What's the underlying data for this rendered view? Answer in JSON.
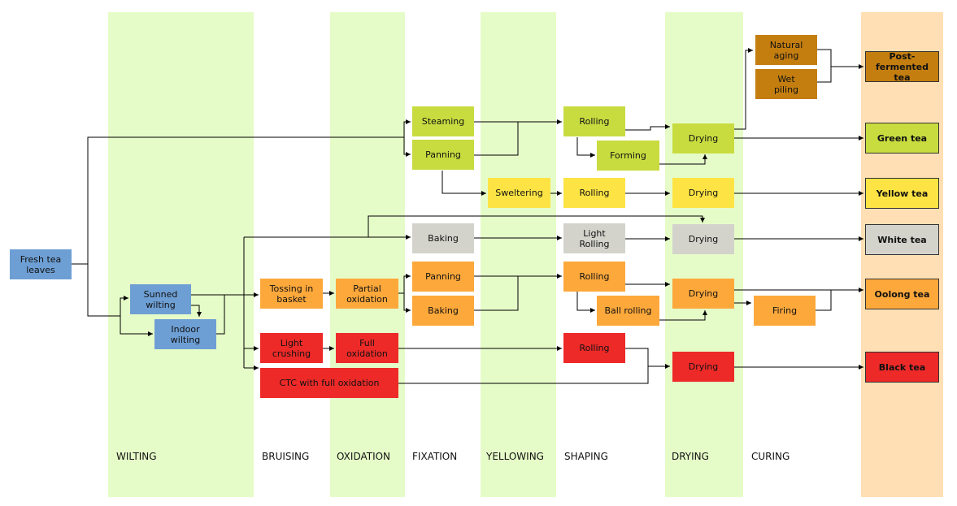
{
  "stages": {
    "wilting": "WILTING",
    "bruising": "BRUISING",
    "oxidation": "OXIDATION",
    "fixation": "FIXATION",
    "yellowing": "YELLOWING",
    "shaping": "SHAPING",
    "drying": "DRYING",
    "curing": "CURING"
  },
  "nodes": {
    "fresh_leaves": "Fresh tea\nleaves",
    "sunned_wilting": "Sunned\nwilting",
    "indoor_wilting": "Indoor\nwilting",
    "tossing_in_basket": "Tossing in\nbasket",
    "light_crushing": "Light\ncrushing",
    "ctc": "CTC with full oxidation",
    "partial_oxidation": "Partial\noxidation",
    "full_oxidation": "Full\noxidation",
    "steaming": "Steaming",
    "panning_green": "Panning",
    "panning_oolong": "Panning",
    "baking_white": "Baking",
    "baking_oolong": "Baking",
    "sweltering": "Sweltering",
    "rolling_green": "Rolling",
    "forming": "Forming",
    "rolling_yellow": "Rolling",
    "light_rolling": "Light\nRolling",
    "rolling_oolong": "Rolling",
    "ball_rolling": "Ball rolling",
    "rolling_black": "Rolling",
    "drying_green": "Drying",
    "drying_yellow": "Drying",
    "drying_white": "Drying",
    "drying_oolong": "Drying",
    "drying_black": "Drying",
    "natural_aging": "Natural\naging",
    "wet_piling": "Wet\npiling",
    "firing": "Firing",
    "post_fermented_tea": "Post-\nfermented tea",
    "green_tea": "Green tea",
    "yellow_tea": "Yellow tea",
    "white_tea": "White tea",
    "oolong_tea": "Oolong tea",
    "black_tea": "Black tea"
  },
  "colors": {
    "stage_band": "#e6fcc8",
    "final_band": "#ffdfb3",
    "blue": "#6e9fd4",
    "orange": "#fda83b",
    "red": "#ed2a28",
    "yellow_green": "#c8dc40",
    "yellow": "#fde444",
    "grey": "#d3d3cc",
    "brown": "#c47e10"
  }
}
